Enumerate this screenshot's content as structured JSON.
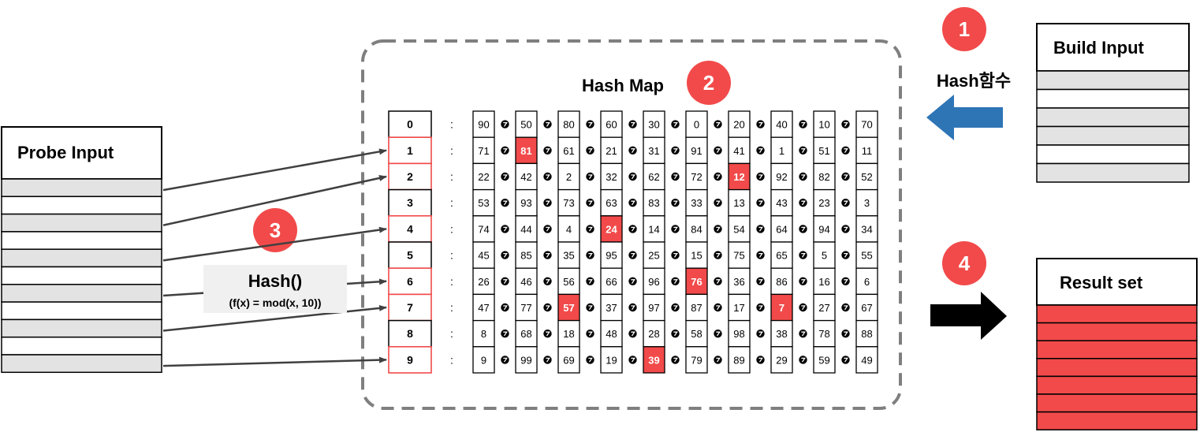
{
  "probe": {
    "title": "Probe Input",
    "rows": [
      "gray",
      "white",
      "gray",
      "white",
      "gray",
      "white",
      "gray",
      "white",
      "gray",
      "white",
      "gray"
    ]
  },
  "build": {
    "title": "Build Input",
    "rows": [
      "gray",
      "white",
      "gray",
      "gray",
      "white",
      "gray"
    ]
  },
  "result": {
    "title": "Result set",
    "row_count": 7
  },
  "hashmap": {
    "title": "Hash Map",
    "buckets": [
      "0",
      "1",
      "2",
      "3",
      "4",
      "5",
      "6",
      "7",
      "8",
      "9"
    ],
    "separator": ":",
    "rows": [
      [
        "90",
        "50",
        "80",
        "60",
        "30",
        "0",
        "20",
        "40",
        "10",
        "70"
      ],
      [
        "71",
        "81",
        "61",
        "21",
        "31",
        "91",
        "41",
        "1",
        "51",
        "11"
      ],
      [
        "22",
        "42",
        "2",
        "32",
        "62",
        "72",
        "12",
        "92",
        "82",
        "52"
      ],
      [
        "53",
        "93",
        "73",
        "63",
        "83",
        "33",
        "13",
        "43",
        "23",
        "3"
      ],
      [
        "74",
        "44",
        "4",
        "24",
        "14",
        "84",
        "54",
        "64",
        "94",
        "34"
      ],
      [
        "45",
        "85",
        "35",
        "95",
        "25",
        "15",
        "75",
        "65",
        "5",
        "55"
      ],
      [
        "26",
        "46",
        "56",
        "66",
        "96",
        "76",
        "36",
        "86",
        "16",
        "6"
      ],
      [
        "47",
        "77",
        "57",
        "37",
        "97",
        "87",
        "17",
        "7",
        "27",
        "67"
      ],
      [
        "8",
        "68",
        "18",
        "48",
        "28",
        "58",
        "98",
        "38",
        "78",
        "88"
      ],
      [
        "9",
        "99",
        "69",
        "19",
        "39",
        "79",
        "89",
        "29",
        "59",
        "49"
      ]
    ],
    "highlight": [
      [
        1,
        1
      ],
      [
        2,
        6
      ],
      [
        4,
        3
      ],
      [
        6,
        5
      ],
      [
        7,
        2
      ],
      [
        7,
        7
      ],
      [
        9,
        4
      ]
    ],
    "highlighted_buckets": [
      1,
      2,
      4,
      6,
      7,
      9
    ]
  },
  "hash_function": {
    "label": "Hash함수",
    "box_title": "Hash()",
    "box_formula": "(f(x) = mod(x, 10))"
  },
  "steps": [
    "1",
    "2",
    "3",
    "4"
  ],
  "probe_arrows": [
    {
      "from_row": 0,
      "to_bucket": 1
    },
    {
      "from_row": 2,
      "to_bucket": 2
    },
    {
      "from_row": 4,
      "to_bucket": 4
    },
    {
      "from_row": 6,
      "to_bucket": 6
    },
    {
      "from_row": 8,
      "to_bucket": 7
    },
    {
      "from_row": 10,
      "to_bucket": 9
    }
  ],
  "colors": {
    "accent_red": "#f24a4a",
    "gray_row": "#e3e3e3",
    "build_arrow": "#2e75b6",
    "result_arrow": "#000000",
    "dashed_border": "#7f7f7f",
    "hash_box": "#f0f0f0"
  }
}
